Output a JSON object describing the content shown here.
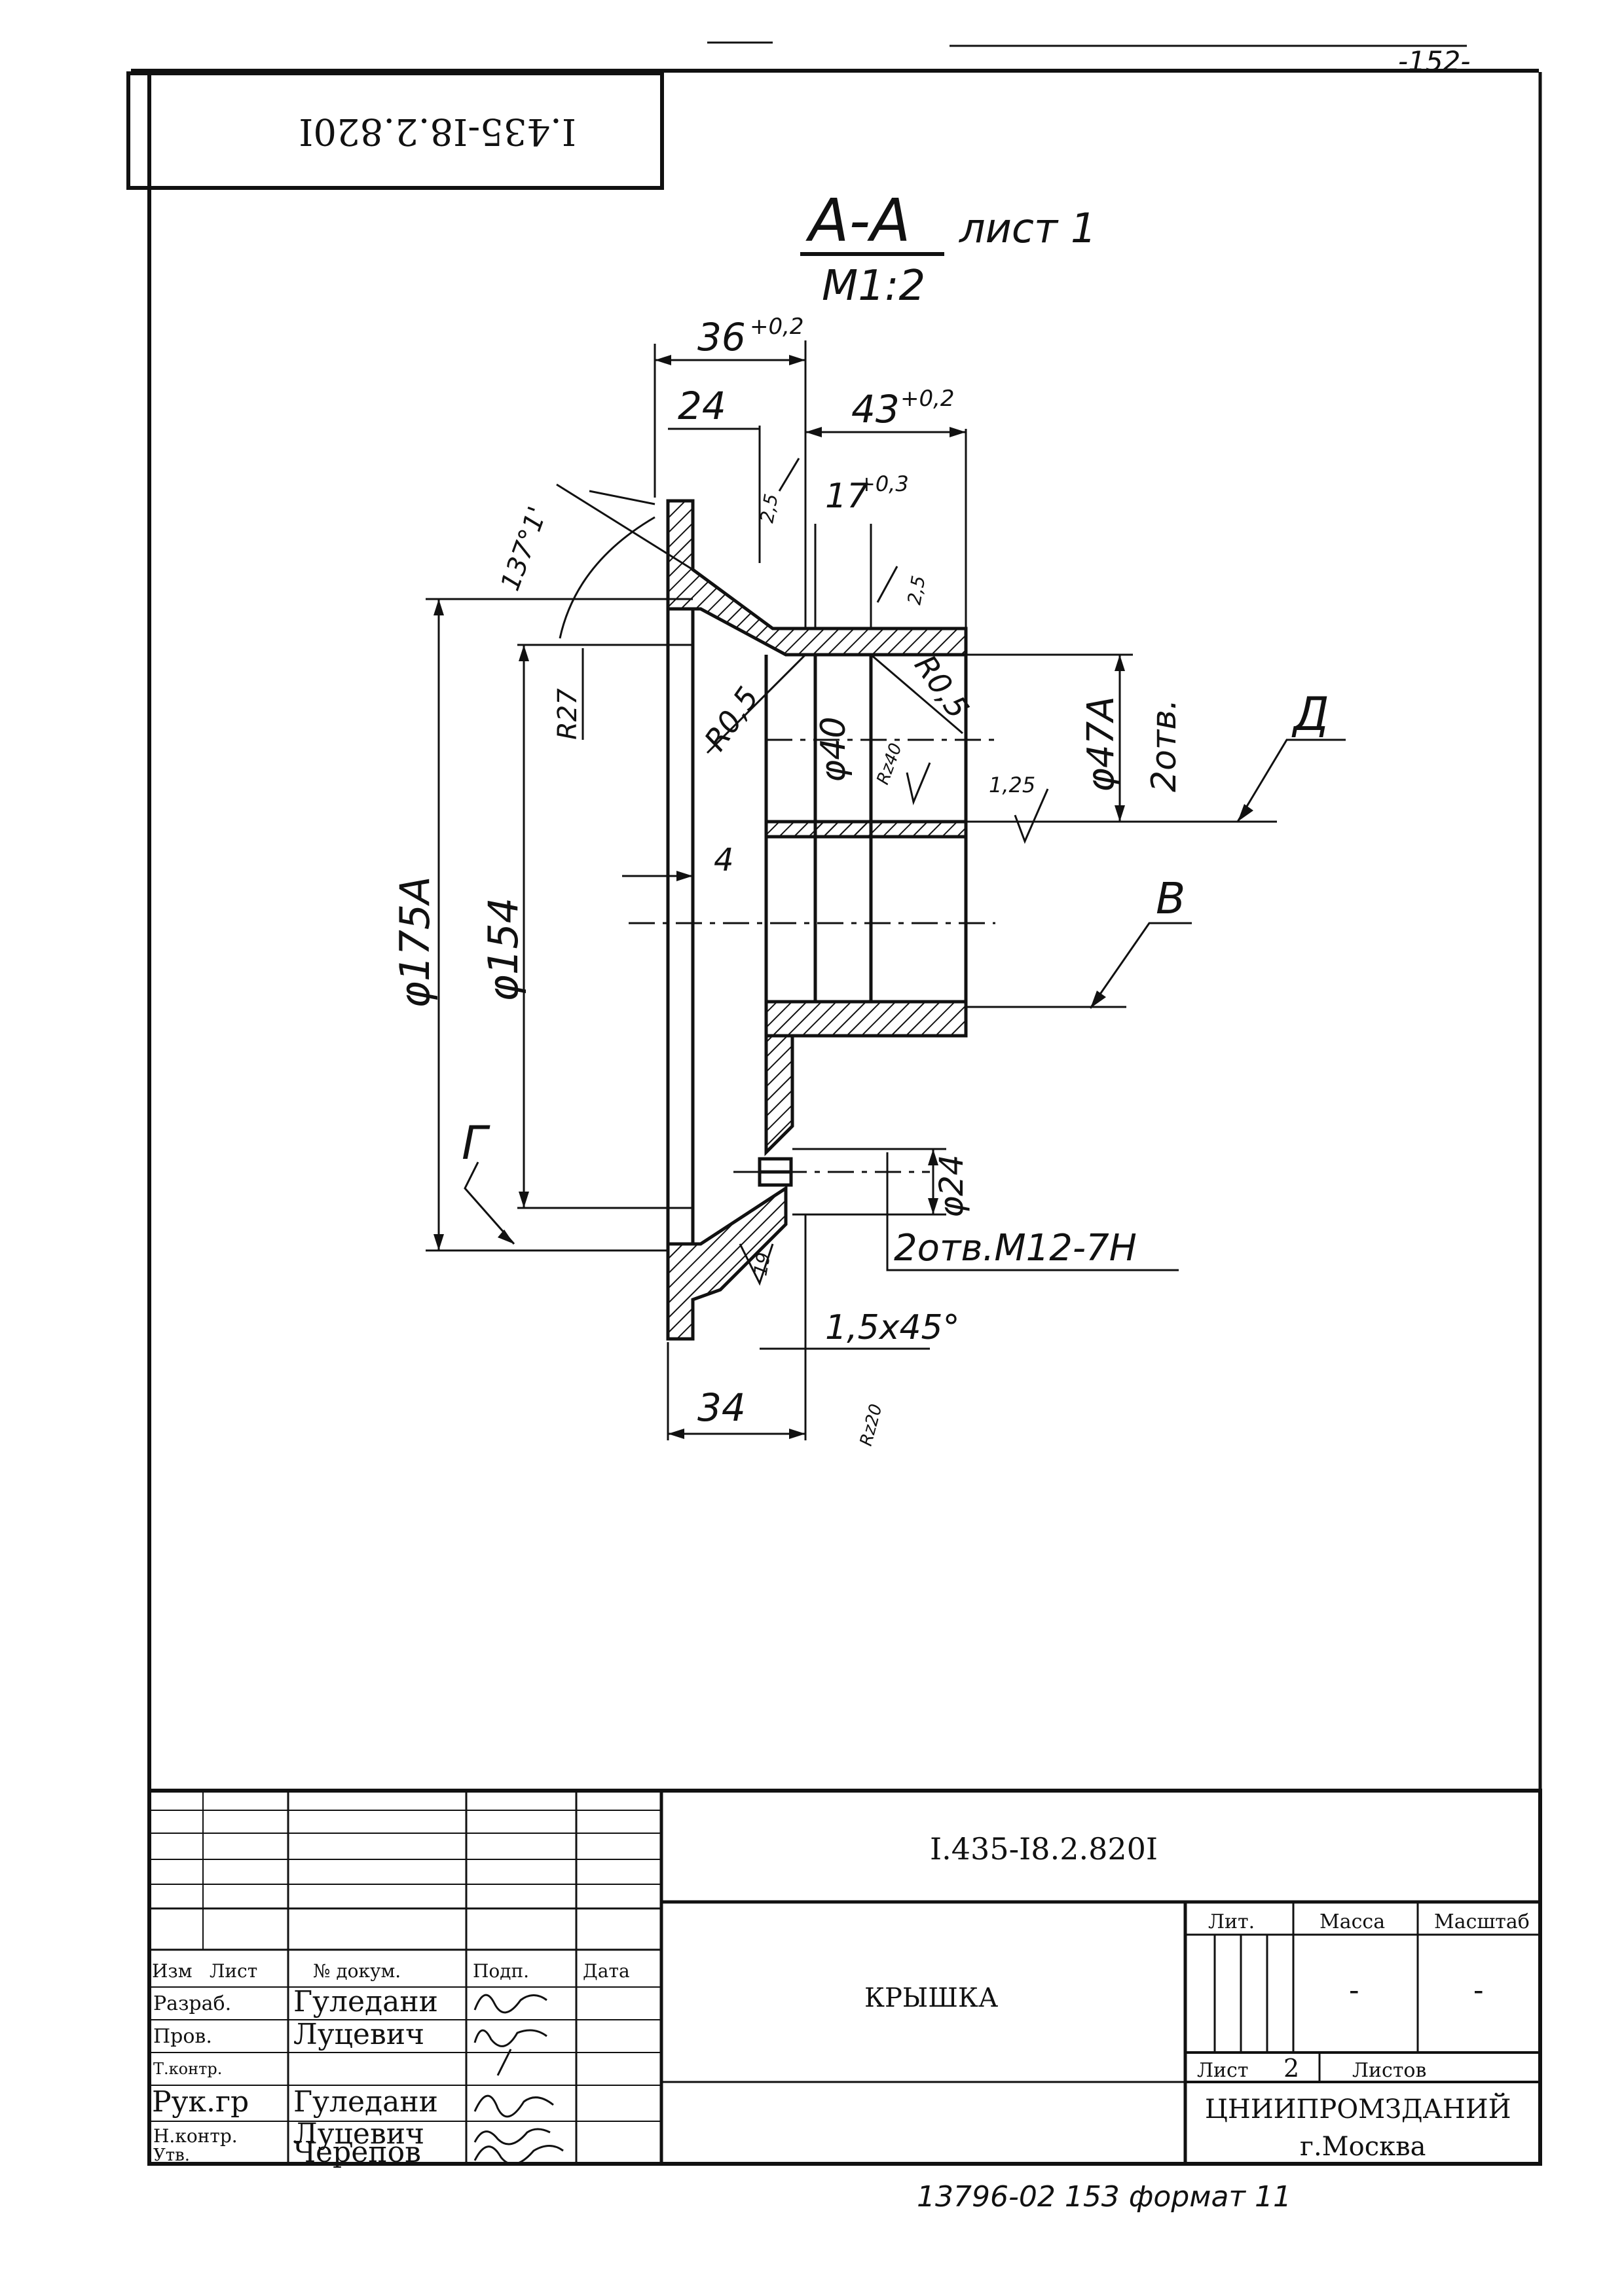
{
  "page": {
    "sheet_number": "-152-",
    "stamp_code": "I.435-I8.2.820I"
  },
  "view": {
    "section_label": "A-A",
    "sheet_ref": "лист 1",
    "scale": "M1:2"
  },
  "dimensions": {
    "d36": "36",
    "d36_tol": "+0,2",
    "d24": "24",
    "d43": "43",
    "d43_tol": "+0,2",
    "d17": "17",
    "d17_tol": "+0,3",
    "chamfer_2_5_top": "2,5",
    "chamfer_2_5_right": "2,5",
    "angle_137": "137°1'",
    "r27": "R27",
    "r0_5_left": "R0,5",
    "r0_5_right": "R0,5",
    "phi40": "φ40",
    "rz40": "Rz40",
    "rough_1_25": "1,25",
    "phi47a": "φ47A",
    "holes_2": "2отв.",
    "label_d": "Д",
    "label_v": "В",
    "d4": "4",
    "phi175a": "φ175A",
    "phi154": "φ154",
    "label_g": "Г",
    "phi24": "φ24",
    "thread_holes": "2отв.M12-7H",
    "depth_19": "19",
    "chamfer": "1,5x45°",
    "d34": "34",
    "rz20": "Rz20"
  },
  "title_block": {
    "doc_code": "I.435-I8.2.820I",
    "name": "КРЫШКА",
    "col_headers": [
      "Изм",
      "Лист",
      "№ докум.",
      "Подп.",
      "Дата"
    ],
    "rows": [
      {
        "role": "Разраб.",
        "name": "Гуледани"
      },
      {
        "role": "Пров.",
        "name": "Луцевич"
      },
      {
        "role": "Т.контр.",
        "name": ""
      },
      {
        "role": "Рук.гр",
        "name": "Гуледани"
      },
      {
        "role": "Н.контр.",
        "name": "Луцевич"
      },
      {
        "role": "Утв.",
        "name": "Черепов"
      }
    ],
    "lit_label": "Лит.",
    "mass_label": "Масса",
    "scale_label": "Масштаб",
    "mass_value": "-",
    "scale_value": "-",
    "sheet_label": "Лист",
    "sheet_value": "2",
    "sheets_label": "Листов",
    "org": "ЦНИИПРОМЗДАНИЙ",
    "city": "г.Москва"
  },
  "footer": {
    "note": "13796-02  153 формат 11"
  }
}
